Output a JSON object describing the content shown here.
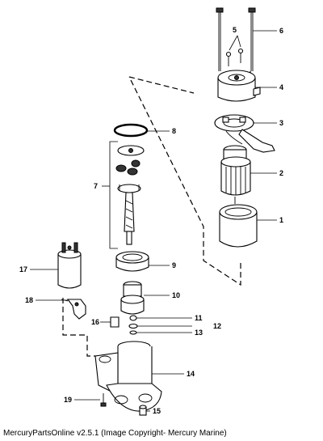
{
  "caption": "MercuryPartsOnline v2.5.1 (Image Copyright- Mercury Marine)",
  "callouts": [
    "1",
    "2",
    "3",
    "4",
    "5",
    "6",
    "7",
    "8",
    "9",
    "10",
    "11",
    "12",
    "13",
    "14",
    "15",
    "16",
    "17",
    "18",
    "19"
  ]
}
